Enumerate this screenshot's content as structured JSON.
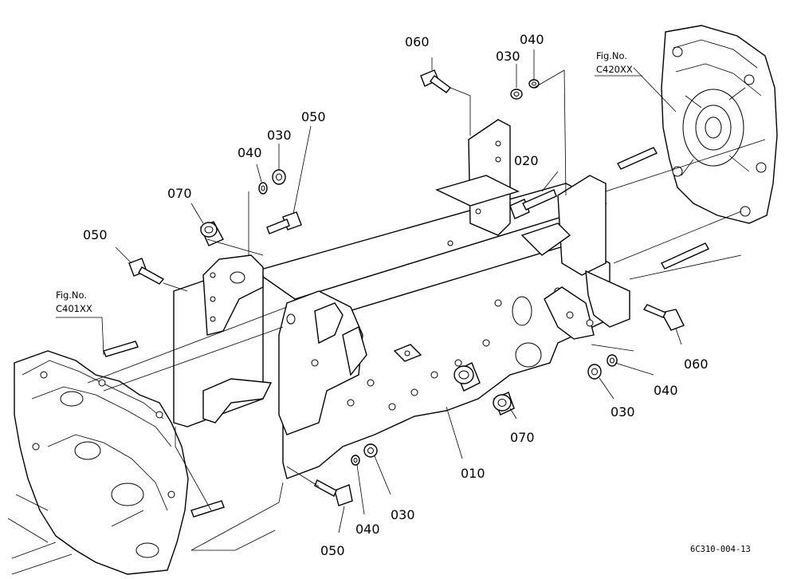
{
  "callouts": {
    "c060_top": "060",
    "c040_top": "040",
    "c030_top": "030",
    "c020": "020",
    "c030_left": "030",
    "c040_left": "040",
    "c050_top": "050",
    "c070_left": "070",
    "c050_left": "050",
    "c060_right": "060",
    "c040_right": "040",
    "c030_right": "030",
    "c070_bottom": "070",
    "c010": "010",
    "c030_bottom": "030",
    "c040_bottom": "040",
    "c050_bottom": "050"
  },
  "figure_refs": {
    "left": {
      "line1": "Fig.No.",
      "line2": "C401XX"
    },
    "right": {
      "line1": "Fig.No.",
      "line2": "C420XX"
    }
  },
  "drawing_code": "6C310-004-13"
}
